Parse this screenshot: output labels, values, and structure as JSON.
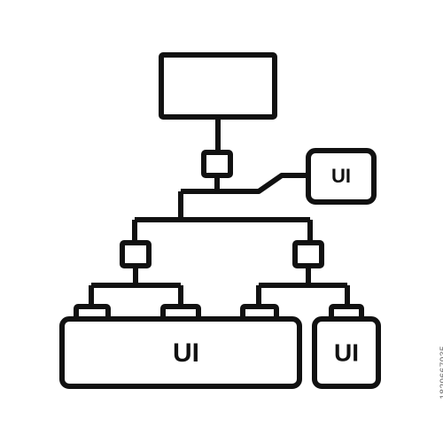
{
  "diagram": {
    "labels": {
      "side_ui": "UI",
      "bottom_left_ui": "UI",
      "bottom_right_ui": "UI"
    },
    "stock_id": "1829667935",
    "colors": {
      "stroke": "#111111",
      "background": "#ffffff"
    }
  }
}
